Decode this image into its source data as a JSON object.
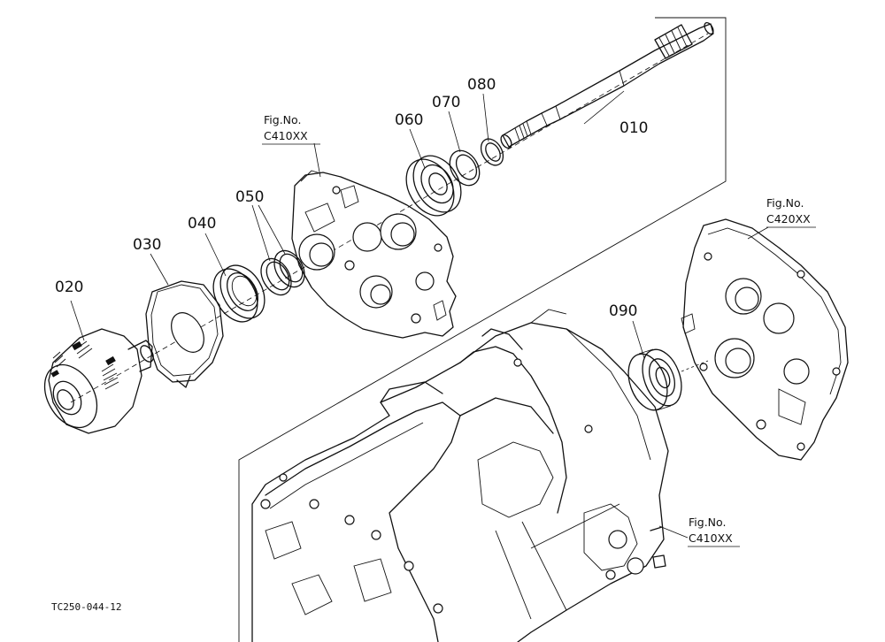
{
  "parts": {
    "p010": "010",
    "p020": "020",
    "p030": "030",
    "p040": "040",
    "p050": "050",
    "p060": "060",
    "p070": "070",
    "p080": "080",
    "p090": "090"
  },
  "figures": {
    "fig_top_label": "Fig.No.",
    "fig_top_code": "C410XX",
    "fig_right_label": "Fig.No.",
    "fig_right_code": "C420XX",
    "fig_bottom_label": "Fig.No.",
    "fig_bottom_code": "C410XX"
  },
  "drawing_code": "TC250-044-12"
}
